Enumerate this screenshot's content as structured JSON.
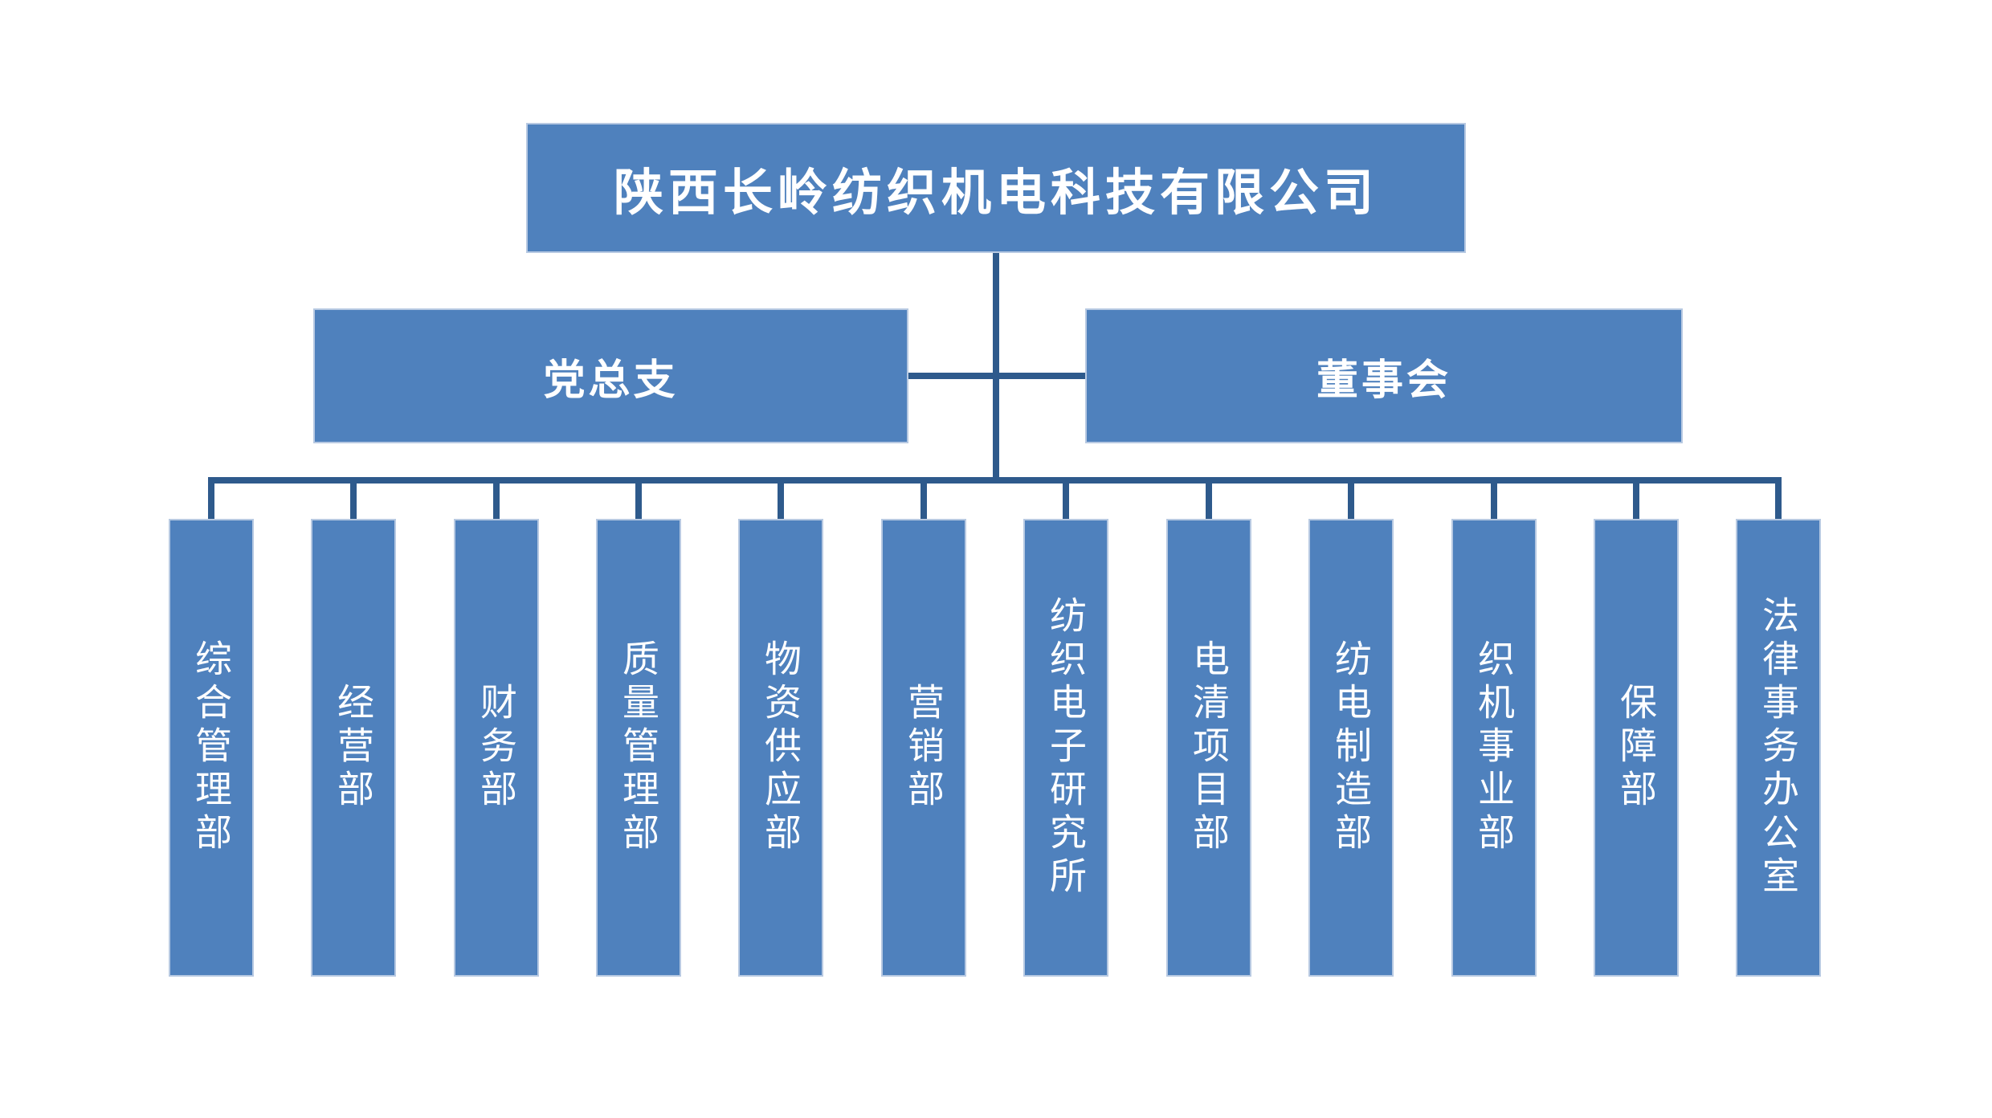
{
  "title": "陕西长岭纺织机电科技有限公司",
  "level2": {
    "party": "党总支",
    "board": "董事会"
  },
  "departments": [
    "综合管理部",
    "经营部",
    "财务部",
    "质量管理部",
    "物资供应部",
    "营销部",
    "纺织电子研究所",
    "电清项目部",
    "纺电制造部",
    "织机事业部",
    "保障部",
    "法律事务办公室"
  ],
  "hierarchy": {
    "root": "陕西长岭纺织机电科技有限公司",
    "root_children": [
      "党总支",
      "董事会"
    ],
    "department_parent": "陕西长岭纺织机电科技有限公司"
  },
  "colors": {
    "box_fill": "#4f81bd",
    "box_border": "#b7c9e2",
    "connector": "#2e5a8c",
    "text": "#ffffff",
    "background": "#ffffff"
  }
}
